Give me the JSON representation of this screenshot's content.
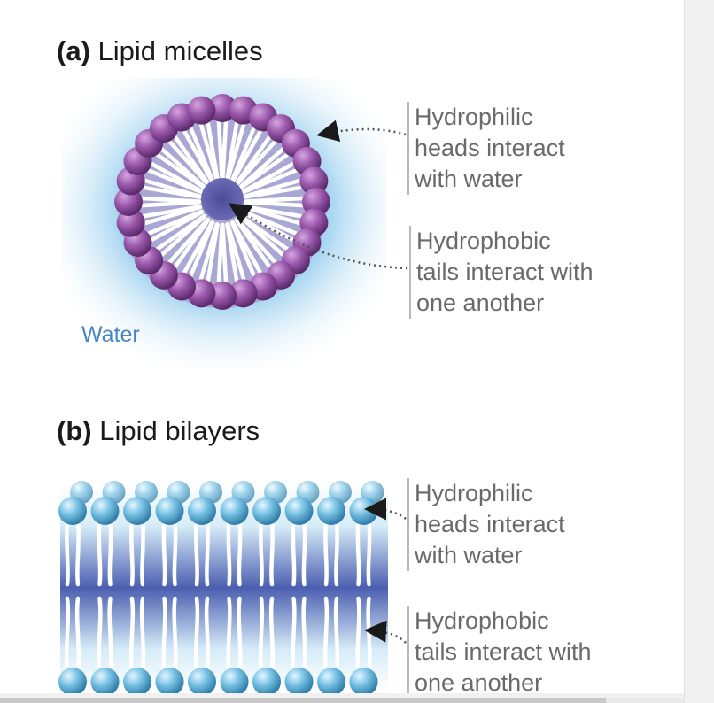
{
  "panel_a": {
    "tag": "(a)",
    "title": "Lipid micelles",
    "water_label": "Water",
    "callout_heads": [
      "Hydrophilic",
      "heads interact",
      "with water"
    ],
    "callout_tails": [
      "Hydrophobic",
      "tails interact with",
      "one another"
    ]
  },
  "panel_b": {
    "tag": "(b)",
    "title": "Lipid bilayers",
    "callout_heads": [
      "Hydrophilic",
      "heads interact",
      "with water"
    ],
    "callout_tails": [
      "Hydrophobic",
      "tails interact with",
      "one another"
    ]
  },
  "colors": {
    "micelle_head": "#8f4fa0",
    "bilayer_head": "#5aaed6",
    "water": "#9fd0ee",
    "text": "#6a6a6a",
    "water_text": "#4a83c6"
  }
}
